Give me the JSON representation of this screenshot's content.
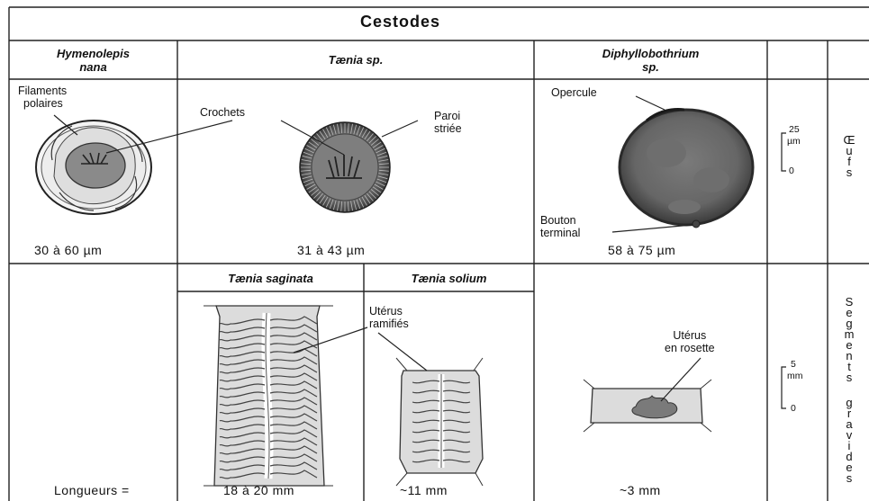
{
  "title": "Cestodes",
  "columns": {
    "hymenolepis_l1": "Hymenolepis",
    "hymenolepis_l2": "nana",
    "taenia": "Tænia sp.",
    "diphyllo_l1": "Diphyllobothrium",
    "diphyllo_l2": "sp.",
    "taenia_saginata": "Tænia saginata",
    "taenia_solium": "Tænia solium"
  },
  "eggs_row": {
    "label": "Œufs",
    "filaments_l1": "Filaments",
    "filaments_l2": "polaires",
    "crochets": "Crochets",
    "paroi_l1": "Paroi",
    "paroi_l2": "striée",
    "opercule": "Opercule",
    "bouton_l1": "Bouton",
    "bouton_l2": "terminal",
    "size_hymenolepis": "30 à 60 µm",
    "size_taenia": "31 à 43 µm",
    "size_diphyllo": "58 à 75 µm",
    "scale_top": "25",
    "scale_unit": "µm",
    "scale_zero": "0"
  },
  "segments_row": {
    "label": "Segments gravides",
    "uterus_ramifies_l1": "Utérus",
    "uterus_ramifies_l2": "ramifiés",
    "uterus_rosette_l1": "Utérus",
    "uterus_rosette_l2": "en rosette",
    "longueurs": "Longueurs =",
    "size_saginata": "18 à 20 mm",
    "size_solium": "~11 mm",
    "size_diphyllo": "~3 mm",
    "scale_top": "5",
    "scale_unit": "mm",
    "scale_zero": "0"
  },
  "colors": {
    "line": "#222222",
    "egg_fill": "#5a5a5a",
    "segment_fill": "#d9d9d9"
  }
}
